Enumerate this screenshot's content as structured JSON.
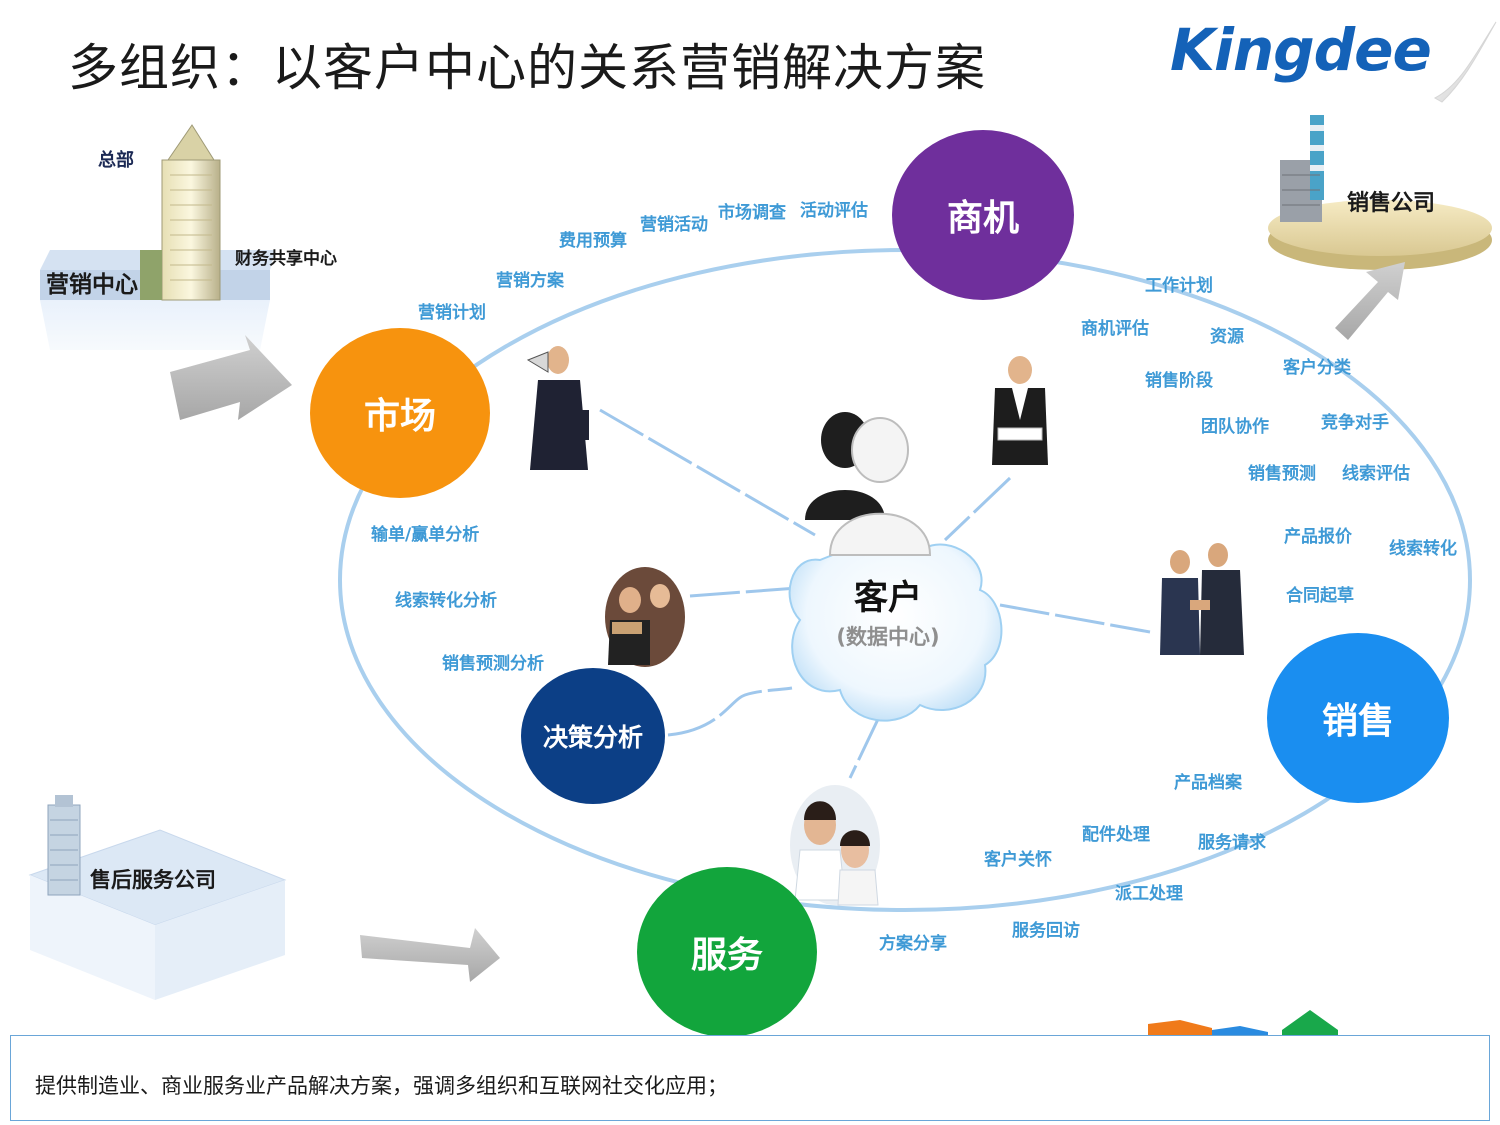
{
  "title": "多组织：以客户中心的关系营销解决方案",
  "logo": "Kingdee",
  "center": {
    "title": "客户",
    "subtitle": "(数据中心)"
  },
  "nodes": {
    "market": "市场",
    "opportunity": "商机",
    "sales": "销售",
    "service": "服务",
    "decision": "决策分析"
  },
  "orgs": {
    "hq": "总部",
    "finance": "财务共享中心",
    "marketing_center": "营销中心",
    "sales_company": "销售公司",
    "after_sales": "售后服务公司"
  },
  "labels": {
    "marketing_plan": "营销计划",
    "marketing_scheme": "营销方案",
    "budget": "费用预算",
    "marketing_activity": "营销活动",
    "market_research": "市场调查",
    "activity_eval": "活动评估",
    "work_plan": "工作计划",
    "opportunity_eval": "商机评估",
    "resources": "资源",
    "customer_class": "客户分类",
    "sales_stage": "销售阶段",
    "team_collab": "团队协作",
    "competitors": "竞争对手",
    "sales_forecast": "销售预测",
    "lead_eval": "线索评估",
    "quotation": "产品报价",
    "lead_convert": "线索转化",
    "contract_draft": "合同起草",
    "product_archive": "产品档案",
    "parts_processing": "配件处理",
    "service_request": "服务请求",
    "customer_care": "客户关怀",
    "dispatch": "派工处理",
    "service_visit": "服务回访",
    "solution_share": "方案分享",
    "win_loss": "输单/赢单分析",
    "lead_analysis": "线索转化分析",
    "forecast_analysis": "销售预测分析"
  },
  "note": "提供制造业、商业服务业产品解决方案，强调多组织和互联网社交化应用；",
  "colors": {
    "market": "#f7930e",
    "opportunity": "#6f2f9c",
    "sales": "#1a8ef0",
    "service": "#12a53c",
    "decision": "#0c3f86",
    "label": "#3f9ad6",
    "ellipse": "#a9cfee"
  }
}
